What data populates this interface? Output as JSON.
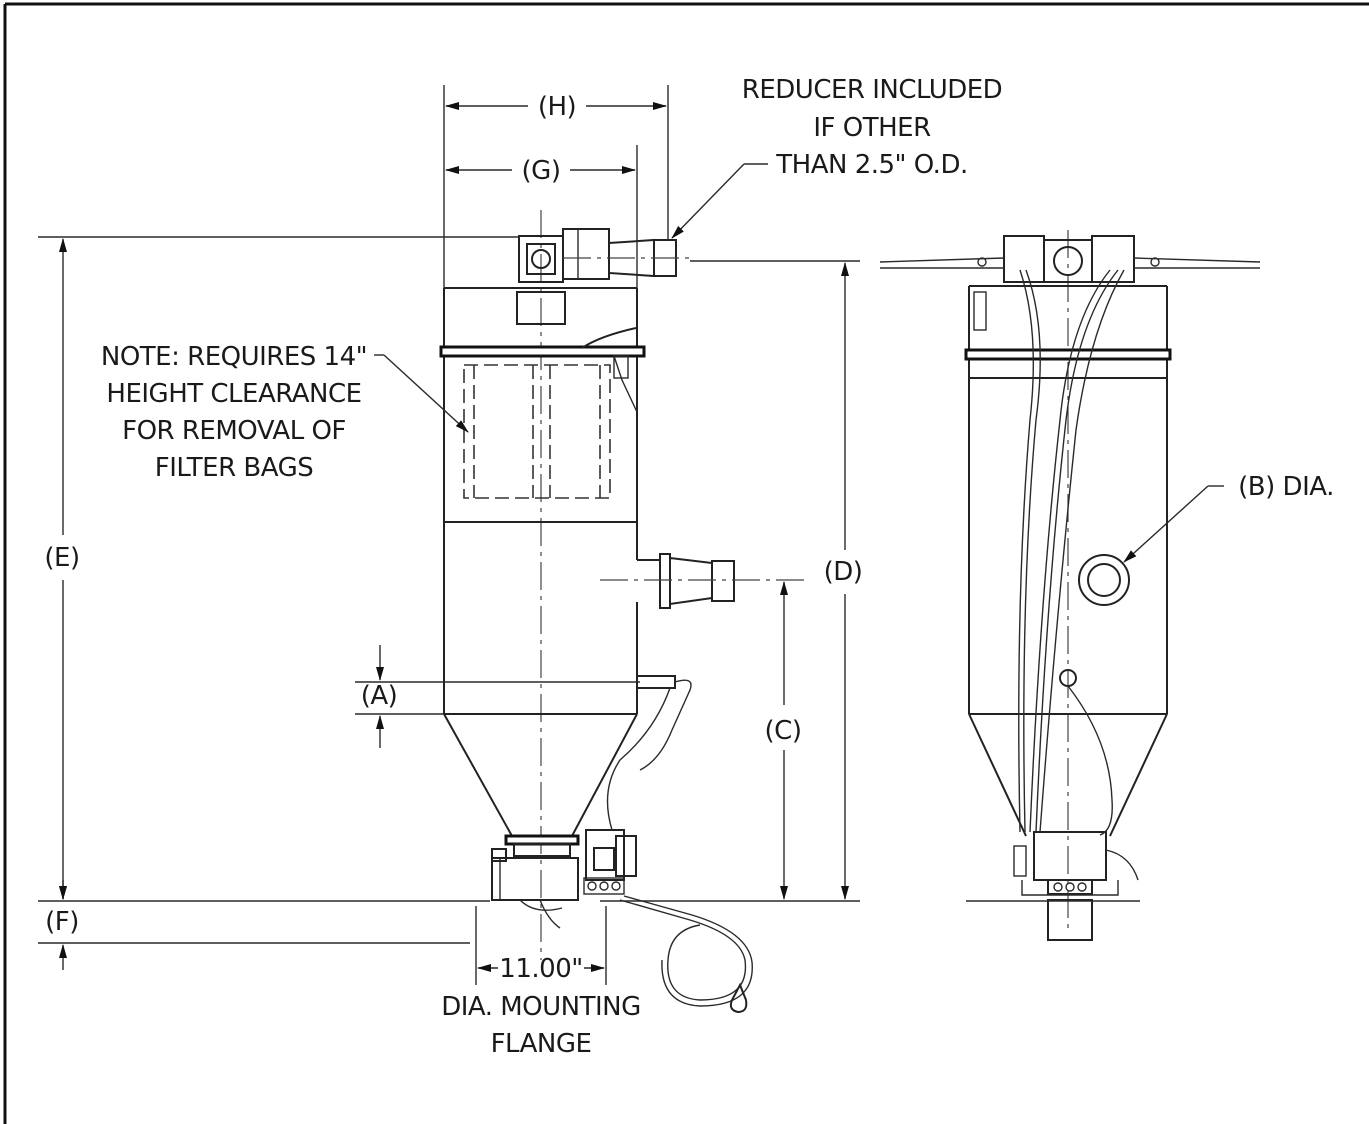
{
  "notes": {
    "reducer": [
      "REDUCER INCLUDED",
      "IF OTHER",
      "THAN 2.5\" O.D."
    ],
    "clearance": [
      "NOTE: REQUIRES 14\"",
      "HEIGHT CLEARANCE",
      "FOR REMOVAL OF",
      "FILTER BAGS"
    ],
    "flange": [
      "DIA. MOUNTING",
      "FLANGE"
    ]
  },
  "dimensions": {
    "H": "(H)",
    "G": "(G)",
    "E": "(E)",
    "D": "(D)",
    "C": "(C)",
    "A": "(A)",
    "F": "(F)",
    "B": "(B) DIA.",
    "flange_dia": "11.00\""
  }
}
